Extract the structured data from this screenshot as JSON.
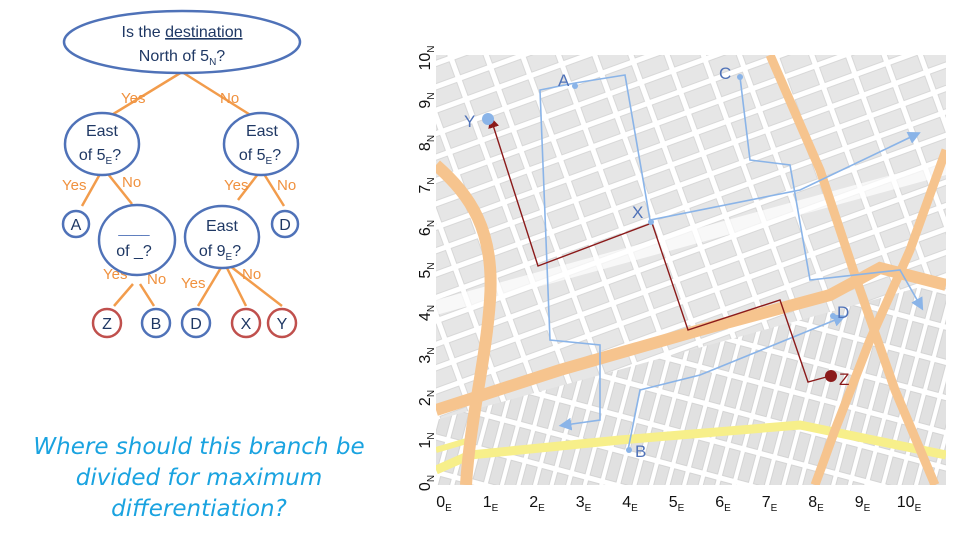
{
  "tree": {
    "root": {
      "line1": "Is the ",
      "line1_underlined": "destination",
      "line2_prefix": "North of 5",
      "line2_sub": "N",
      "line2_suffix": "?"
    },
    "yes": "Yes",
    "no": "No",
    "east": "East",
    "of_prefix": "of 5",
    "of_sub": "E",
    "q": "?",
    "blank_line": "____",
    "blank_of": "of _?",
    "east9_prefix": "of 9",
    "east9_sub": "E",
    "leaf_A": "A",
    "leaf_D": "D",
    "leaf_Z": "Z",
    "leaf_B": "B",
    "leaf_D2": "D",
    "leaf_X": "X",
    "leaf_Y": "Y"
  },
  "question": "Where should this branch be divided for maximum differentiation?",
  "map": {
    "x_ticks": [
      "0",
      "1",
      "2",
      "3",
      "4",
      "5",
      "6",
      "7",
      "8",
      "9",
      "10"
    ],
    "x_sub": "E",
    "y_ticks": [
      "0",
      "1",
      "2",
      "3",
      "4",
      "5",
      "6",
      "7",
      "8",
      "9",
      "10"
    ],
    "y_sub": "N",
    "points": {
      "A": "A",
      "C": "C",
      "Y": "Y",
      "X": "X",
      "D": "D",
      "Z": "Z",
      "B": "B"
    }
  },
  "colors": {
    "node_border": "#4f72b8",
    "leaf_red": "#c0504d",
    "edge": "#f29c4c",
    "yes_no": "#f0913e",
    "question_text": "#1aa3e0",
    "route_red": "#8b1a1a",
    "route_blue": "#8ab4e8",
    "major_road": "#f6c48e",
    "yellow_road": "#f7ef8a",
    "map_bg": "#e2e2e2"
  }
}
